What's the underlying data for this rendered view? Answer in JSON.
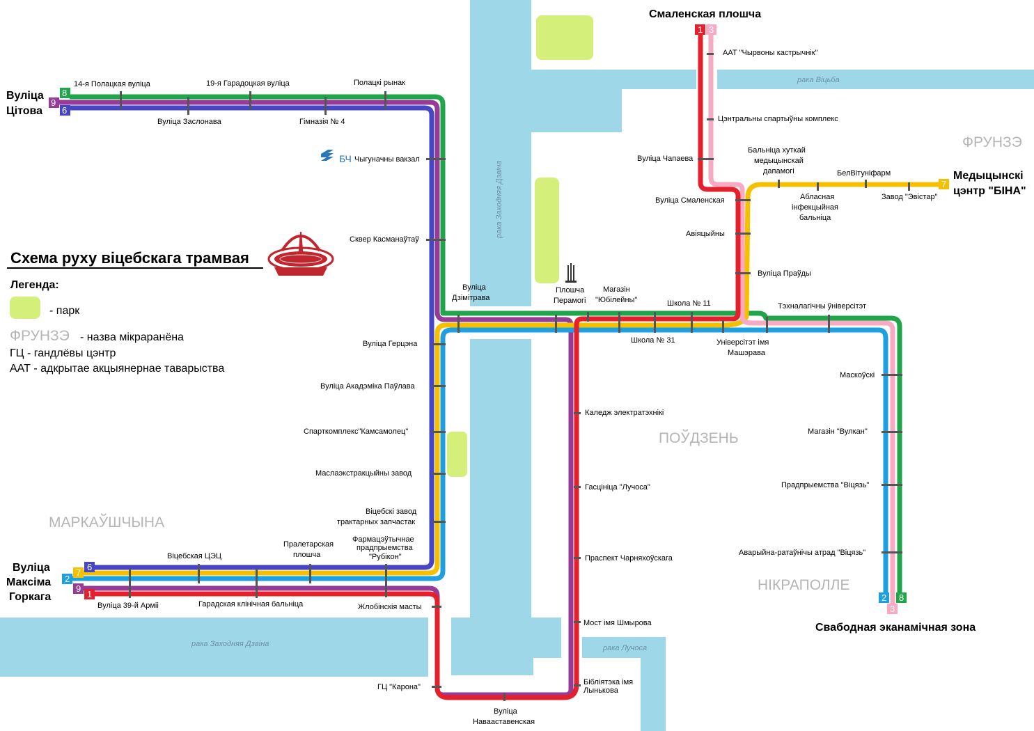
{
  "title": "Схема руху віцебскага трамвая",
  "legend": {
    "heading": "Легенда:",
    "park": "- парк",
    "district_sample": "ФРУНЗЭ",
    "district_desc": "- назва мікраранёна",
    "gc": "ГЦ - гандлёвы цэнтр",
    "aat": "ААТ - адкрытае акцыянернае таварыства"
  },
  "colors": {
    "water": "#9ed8e8",
    "park": "#d5f07a",
    "line_1": "#e3202b",
    "line_2": "#1ea0e0",
    "line_3": "#f7aac2",
    "line_6": "#4646c4",
    "line_7": "#f4c000",
    "line_8": "#1fa54a",
    "line_9": "#963c96"
  },
  "rivers": {
    "dvina_vertical": "рака Заходняя Дзвіна",
    "dvina_bottom": "рака Заходняя Дзвіна",
    "vitsba": "рака Віцьба",
    "luchosa": "рака Лучоса"
  },
  "districts": {
    "frunze": "ФРУНЗЭ",
    "poudzen": "ПОЎДЗЕНЬ",
    "markaushchyna": "МАРКАЎШЧЫНА",
    "nikrapolle": "НІКРАПОЛЛЕ"
  },
  "terminals": {
    "tsitova_1": "Вуліца",
    "tsitova_2": "Цітова",
    "smalenskaya": "Смаленская плошча",
    "bina_1": "Медыцынскі",
    "bina_2": "цэнтр \"БІНА\"",
    "gorkaga_1": "Вуліца",
    "gorkaga_2": "Максіма",
    "gorkaga_3": "Горкага",
    "sez": "Свабодная эканамічная зона"
  },
  "badges": {
    "tsitova": [
      "8",
      "9",
      "6"
    ],
    "smalenskaya": [
      "1",
      "3"
    ],
    "bina": [
      "7"
    ],
    "gorkaga": [
      "6",
      "7",
      "2",
      "9",
      "1"
    ],
    "sez_top": [
      "2",
      "8"
    ],
    "sez_bottom": [
      "3"
    ]
  },
  "stations": {
    "polatskaya14": "14-я Полацкая вуліца",
    "garadotskaya19": "19-я Гарадоцкая вуліца",
    "polatski_rynak": "Полацкі рынак",
    "zaslonava": "Вуліца Заслонава",
    "gimnaziya4": "Гімназія № 4",
    "bch_logo": "БЧ",
    "vakzal": "Чыгуначны вакзал",
    "kasmanautau": "Сквер Касманаўтаў",
    "dzimitrava_1": "Вуліца",
    "dzimitrava_2": "Дзімітрава",
    "peramogi_1": "Плошча",
    "peramogi_2": "Перамогі",
    "yubileiny_1": "Магазін",
    "yubileiny_2": "\"Юбілейны\"",
    "shkola11": "Школа № 11",
    "shkola31": "Школа № 31",
    "masherava_1": "Універсітэт імя",
    "masherava_2": "Машэрава",
    "tekhnalagichny": "Тэхналагічны ўніверсітэт",
    "chyrvony": "ААТ \"Чырвоны кастрычнік\"",
    "sportkompleks": "Цэнтральны спартыўны комплекс",
    "chapaeva": "Вуліца Чапаева",
    "smalenskaya_st": "Вуліца Смаленская",
    "aviyatsyiny": "Авіяцыйны",
    "praudy": "Вуліца Праўды",
    "bsmp_1": "Бальніца хуткай",
    "bsmp_2": "медыцынскай",
    "bsmp_3": "дапамогі",
    "belvitunifarm": "БелВітуніфарм",
    "infekts_1": "Абласная",
    "infekts_2": "інфекцыйная",
    "infekts_3": "бальніца",
    "evistar": "Завод \"Эвістар\"",
    "gertsena": "Вуліца Герцэна",
    "paulava": "Вуліца Акадэміка Паўлава",
    "kamsamolets": "Спарткомплекс\"Камсамолец\"",
    "maslaekstr": "Маслаэкстракцыйны завод",
    "traktarnyh_1": "Віцебскі завод",
    "traktarnyh_2": "трактарных запчастак",
    "tsets": "Віцебская ЦЭЦ",
    "praletarskaya_1": "Пралетарская",
    "praletarskaya_2": "плошча",
    "rubikon_1": "Фармацэўтычнае",
    "rubikon_2": "прадпрыемства",
    "rubikon_3": "\"Рубікон\"",
    "armii39": "Вуліца 39-й Арміі",
    "klinichnaya": "Гарадская клінічная бальніца",
    "zhlobinskiya": "Жлобінскія масты",
    "karona": "ГЦ \"Карона\"",
    "navaastravenskaya_1": "Вуліца",
    "navaastravenskaya_2": "Навааставенская",
    "kaledzh": "Каледж электратэхнікі",
    "luchosa_hotel": "Гасцініца \"Лучоса\"",
    "charnyahouskaga": "Праспект Чарняхоўскага",
    "shmyrova": "Мост імя Шмырова",
    "lynkova_1": "Бібліятэка імя",
    "lynkova_2": "Лынькова",
    "maskouski": "Маскоўскі",
    "vulkan": "Магазін \"Вулкан\"",
    "vitsyaz": "Прадпрыемства \"Віцязь\"",
    "avaryina_vitsyaz": "Аварыйна-ратаўнічы атрад \"Віцязь\""
  }
}
